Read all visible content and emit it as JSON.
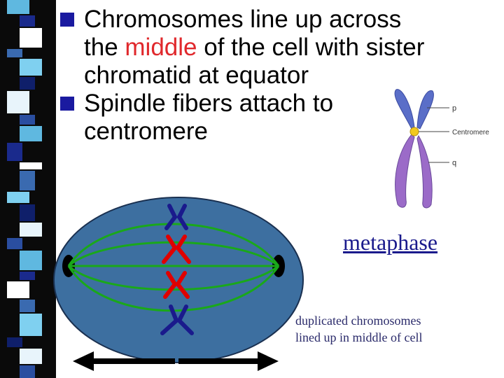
{
  "bullets": [
    {
      "before": "Chromosomes line up across",
      "line2a": "the ",
      "highlight": "middle",
      "line2b": " of the cell with sister",
      "line3": "chromatid at equator"
    },
    {
      "line1": "Spindle fibers attach to",
      "line2": "centromere"
    }
  ],
  "diagram": {
    "p": "p",
    "centromere": "Centromere",
    "q": "q"
  },
  "metaphase": "metaphase",
  "caption": {
    "line1": "duplicated chromosomes",
    "line2": "lined up in middle of cell"
  },
  "colors": {
    "bullet": "#1a1aa0",
    "highlight": "#e0282c",
    "cell": "#3d6fa0",
    "spindle": "#1aa81a",
    "chromosome_blue": "#1a1a8c",
    "chromosome_red": "#e00000"
  }
}
